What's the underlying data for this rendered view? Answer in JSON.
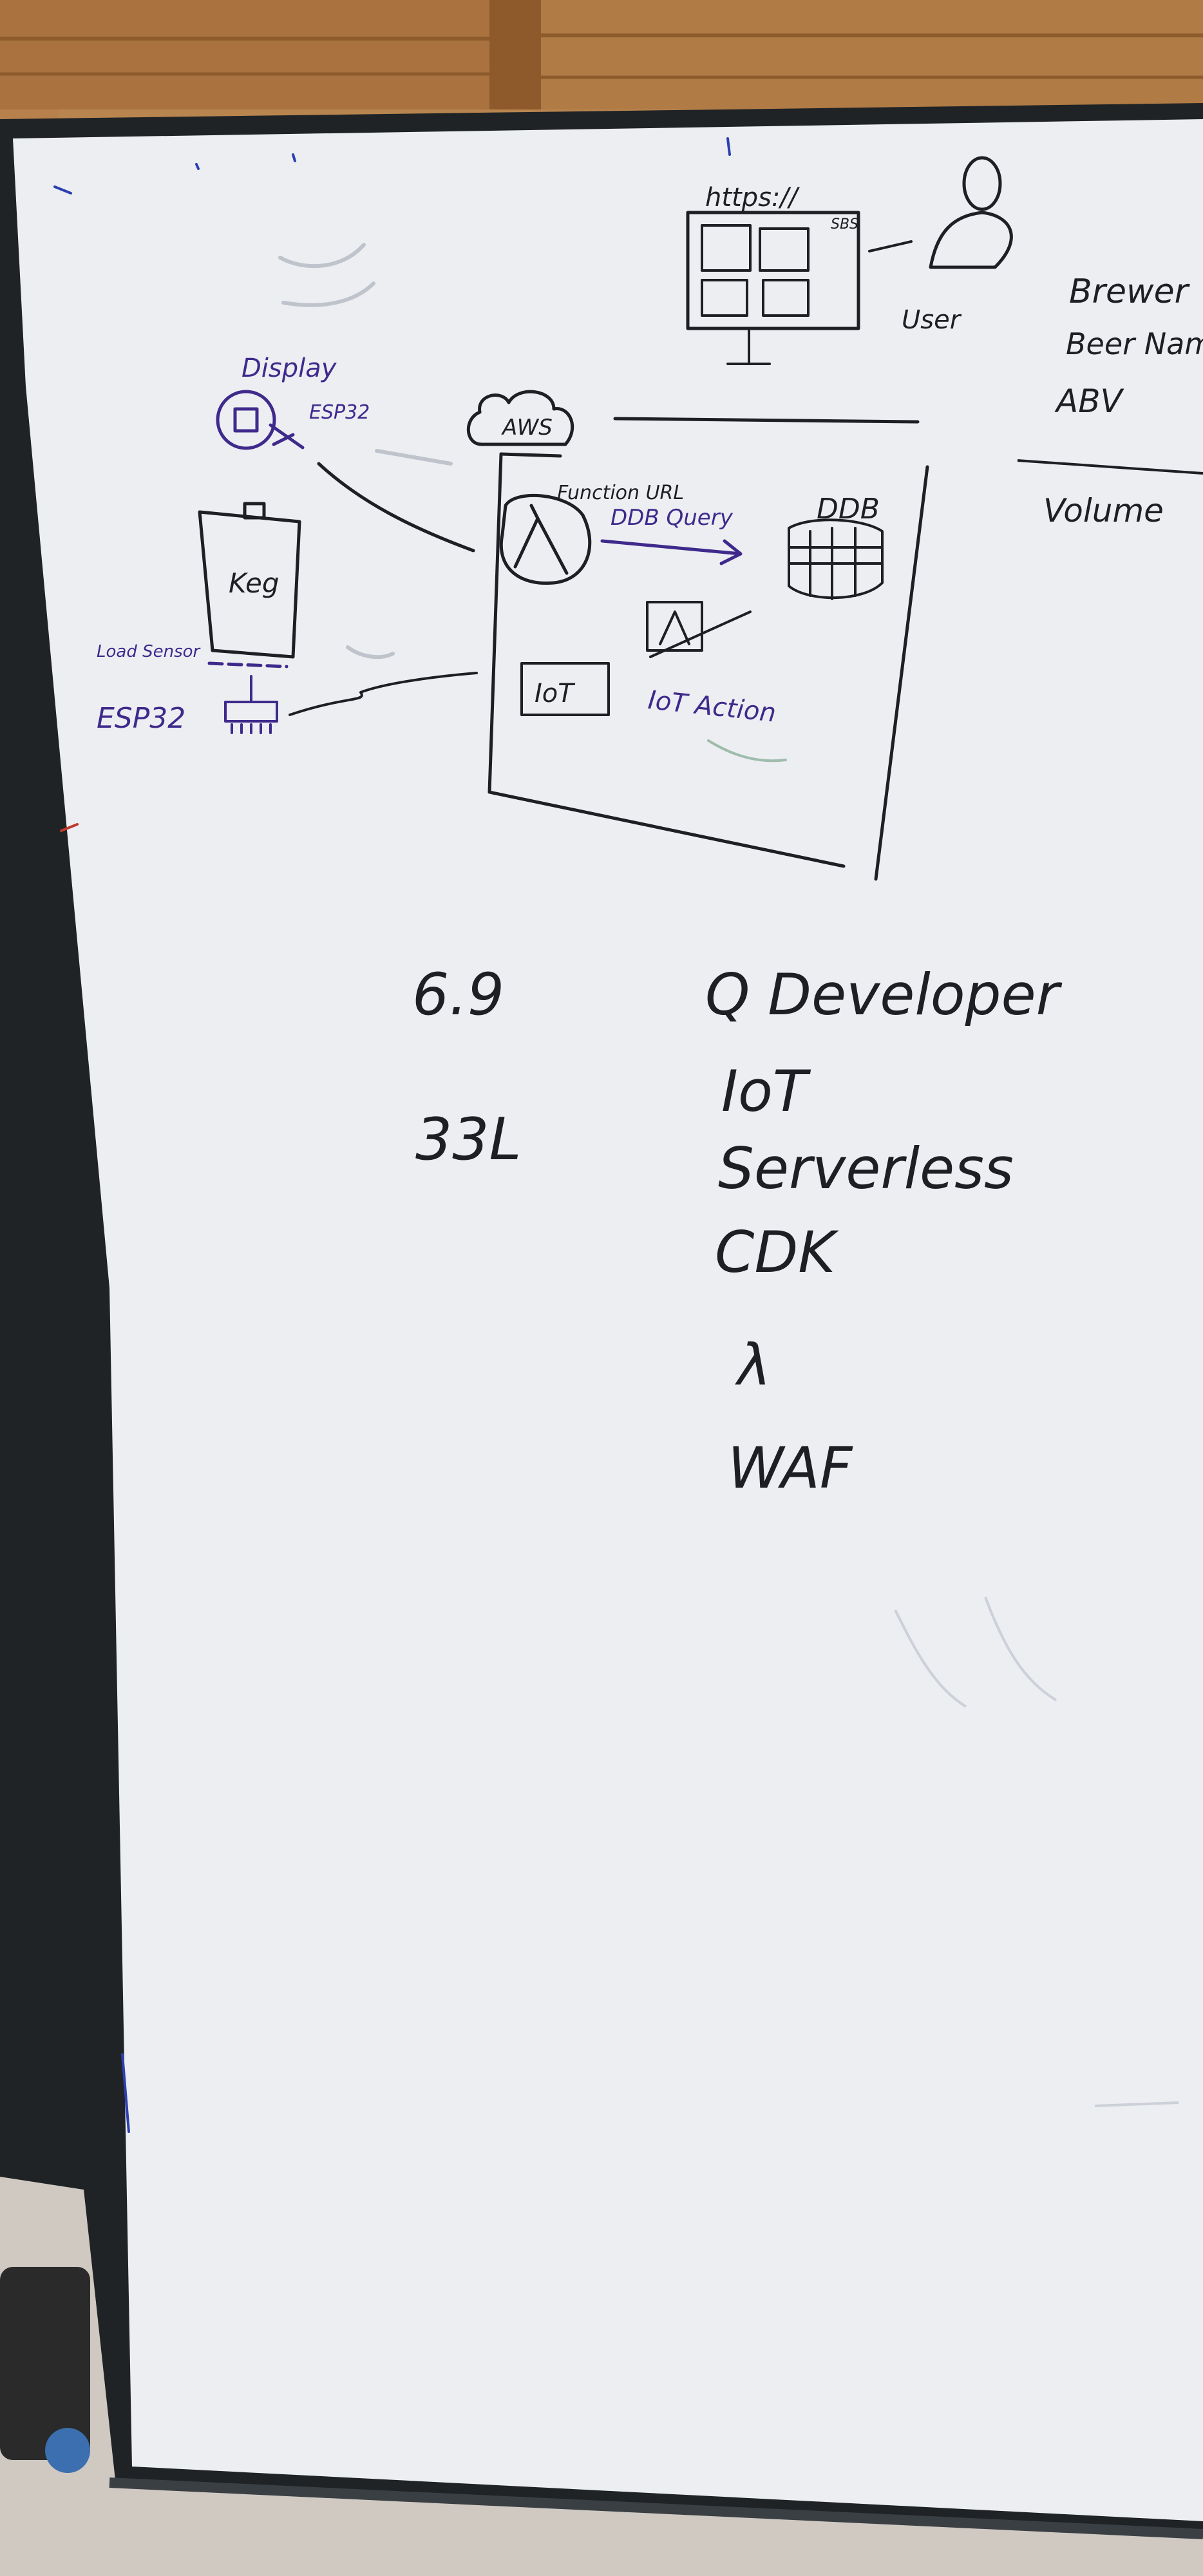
{
  "colors": {
    "wall_wood": "#b9854f",
    "floor": "#cfc9c2",
    "board_frame": "#1f2326",
    "board_surface": "#eceef2",
    "black_marker": "#1e1f24",
    "purple_marker": "#3f2a8c",
    "blue_marker": "#2d3fb0",
    "green_ghost": "#7fa690",
    "red_marker": "#c0392b"
  },
  "diagram": {
    "url_label": "https://",
    "page_label": "SBS",
    "user_label": "User",
    "aws_label": "AWS",
    "function_url_label": "Function URL",
    "ddb_query_label": "DDB Query",
    "ddb_label": "DDB",
    "iot_label": "IoT",
    "iot_action_label": "IoT Action",
    "display_label": "Display",
    "esp32_top_label": "ESP32",
    "keg_label": "Keg",
    "load_sensor_label": "Load Sensor",
    "esp32_bottom_label": "ESP32",
    "lambda_symbol": "λ"
  },
  "schema_notes": {
    "fields": [
      "Brewer",
      "Beer Name",
      "ABV",
      "Volume"
    ]
  },
  "numbers": {
    "first": "6.9",
    "second": "33L"
  },
  "topics": [
    "Q Developer",
    "IoT",
    "Serverless",
    "CDK",
    "λ",
    "WAF"
  ]
}
